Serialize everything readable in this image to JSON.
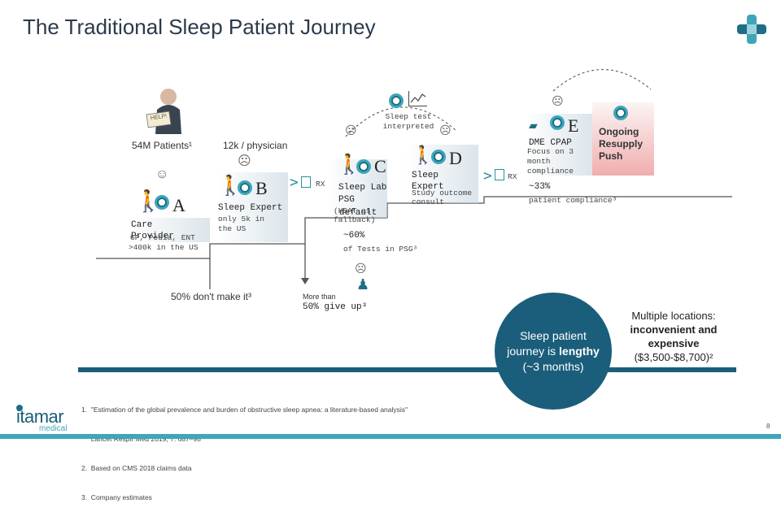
{
  "title": "The Traditional Sleep Patient Journey",
  "patients_label": "54M Patients¹",
  "physician_label": "12k / physician",
  "steps": {
    "a": {
      "letter": "A",
      "label": "Care Provider",
      "sub1": "GP, Pedia, ENT",
      "sub2": ">400k in the US"
    },
    "b": {
      "letter": "B",
      "label": "Sleep Expert",
      "sub": "only 5k in the US"
    },
    "c": {
      "letter": "C",
      "label": "Sleep Lab PSG",
      "sub": "(HSAT as fallback)",
      "default_label": "default"
    },
    "d": {
      "letter": "D",
      "label": "Sleep Expert",
      "sub": "Study outcome consult"
    },
    "e": {
      "letter": "E",
      "label": "DME CPAP",
      "sub": "Focus on 3 month compliance"
    }
  },
  "rx1": "RX",
  "rx2": "RX",
  "sleep_test": "Sleep test interpreted",
  "psg_pct": "~60%",
  "psg_pct_sub": "of Tests in PSG³",
  "compliance_pct": "~33%",
  "compliance_sub": "patient compliance³",
  "ongoing": "Ongoing Resupply Push",
  "dont_make": "50% don't make it³",
  "more_than": "More than",
  "give_up": "50% give up³",
  "circle_text_1": "Sleep patient journey is",
  "circle_text_bold": "lengthy",
  "circle_text_2": "(~3 months)",
  "multiple": {
    "line1": "Multiple locations:",
    "bold": "inconvenient and expensive",
    "tail": "($3,500-$8,700)²"
  },
  "footnotes": [
    "1.  \"Estimation of the global prevalence and burden of obstructive sleep apnea: a literature-based analysis\"",
    "     Lancet Respir Med 2019; 7: 687–98",
    "2.  Based on CMS 2018 claims data",
    "3.  Company estimates"
  ],
  "logo_word": "itamar",
  "logo_sub": "medical",
  "help_sign": "HELP!",
  "page_number": "8",
  "colors": {
    "accent": "#1e6f86",
    "teal": "#3fa6b9",
    "red": "#d9534f",
    "navy": "#1b5e7b"
  }
}
